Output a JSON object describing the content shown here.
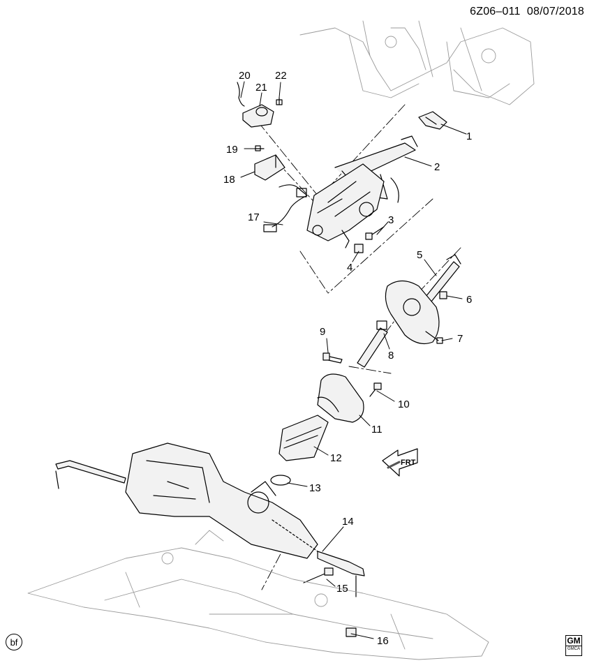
{
  "header": {
    "code": "6Z06–011",
    "date": "08/07/2018"
  },
  "callouts": [
    "1",
    "2",
    "3",
    "4",
    "5",
    "6",
    "7",
    "8",
    "9",
    "10",
    "11",
    "12",
    "13",
    "14",
    "15",
    "16",
    "17",
    "18",
    "19",
    "20",
    "21",
    "22"
  ],
  "corner_badge": "bf",
  "arrow_label": "FRT",
  "logo": {
    "text": "GM",
    "sub": "GMCA"
  },
  "colors": {
    "ink": "#000000",
    "light": "#9a9a9a",
    "fill": "#f2f2f2"
  }
}
